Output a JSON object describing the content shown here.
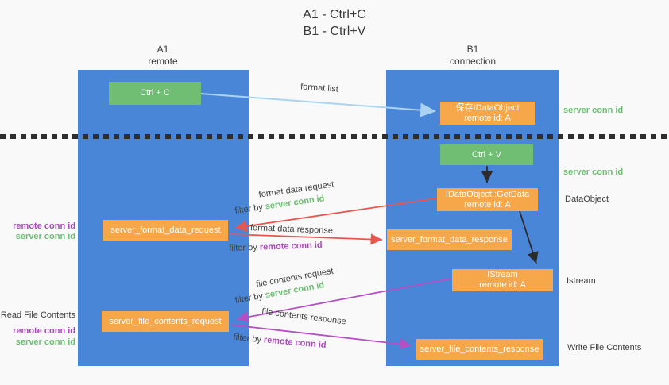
{
  "title": {
    "line1": "A1 - Ctrl+C",
    "line2": "B1 - Ctrl+V"
  },
  "columns": {
    "left": {
      "name": "A1",
      "role": "remote"
    },
    "right": {
      "name": "B1",
      "role": "connection"
    }
  },
  "nodes": {
    "ctrl_c": "Ctrl + C",
    "ctrl_v": "Ctrl + V",
    "save_dataobject": {
      "line1": "保存IDataObject",
      "line2": "remote id: A"
    },
    "getdata": {
      "line1": "IDataObject::GetData",
      "line2": "remote id: A"
    },
    "istream": {
      "line1": "IStream",
      "line2": "remote id: A"
    },
    "server_format_data_request": "server_format_data_request",
    "server_format_data_response": "server_format_data_response",
    "server_file_contents_request": "server_file_contents_request",
    "server_file_contents_response": "server_file_contents_response"
  },
  "arrows": {
    "format_list": "format list",
    "format_data_request": "format data request",
    "format_data_response": "format data response",
    "file_contents_request": "file contents request",
    "file_contents_response": "file contents response"
  },
  "labels": {
    "filter_by": "filter by",
    "server_conn_id": "server conn id",
    "remote_conn_id": "remote conn id"
  },
  "side": {
    "server_conn_id_top": "server conn id",
    "server_conn_id_mid": "server conn id",
    "dataobject": "DataObject",
    "istream": "Istream",
    "write_file_contents": "Write File Contents",
    "read_file_contents": "Read File Contents",
    "remote_conn_id_1": "remote conn id",
    "server_conn_id_1": "server conn id",
    "remote_conn_id_2": "remote conn id",
    "server_conn_id_2": "server conn id"
  },
  "colors": {
    "background": "#f9f9f9",
    "column_blue": "#4a86d8",
    "box_green": "#6fbe74",
    "box_orange": "#f6a74a",
    "arrow_light_blue": "#a9d3f0",
    "arrow_red": "#e9564f",
    "arrow_purple": "#b44fc4",
    "arrow_black": "#2b2b2b",
    "text_dark": "#3f3f3f",
    "text_green": "#6dbe73",
    "text_purple": "#ab49bc"
  }
}
